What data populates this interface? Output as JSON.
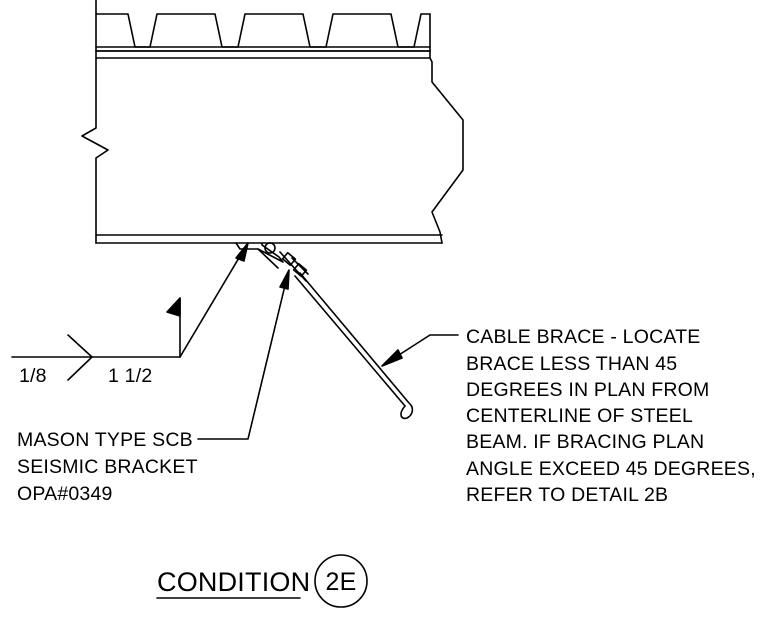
{
  "weld_symbol": {
    "size": "1/8",
    "length_pitch": "1 1/2"
  },
  "bracket_note": {
    "lines": [
      "MASON TYPE SCB",
      "SEISMIC BRACKET",
      "OPA#0349"
    ]
  },
  "cable_note": {
    "lines": [
      "CABLE BRACE - LOCATE",
      "BRACE LESS THAN 45",
      "DEGREES IN PLAN FROM",
      "CENTERLINE OF STEEL",
      "BEAM. IF BRACING PLAN",
      "ANGLE EXCEED 45 DEGREES,",
      "REFER TO DETAIL 2B"
    ]
  },
  "detail": {
    "title": "CONDITION",
    "tag": "2E"
  }
}
